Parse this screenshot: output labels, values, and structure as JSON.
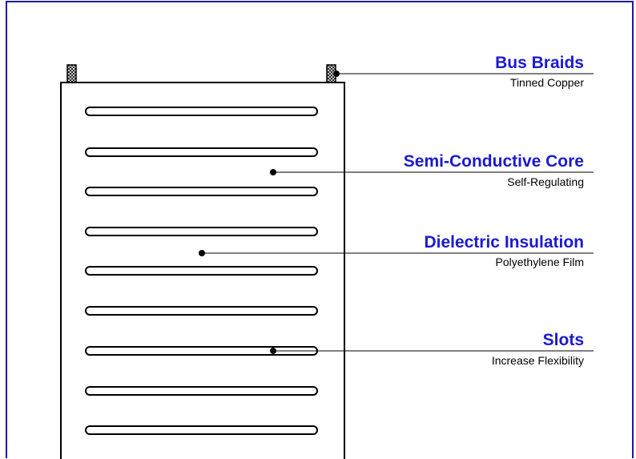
{
  "colors": {
    "frame": "#1a1aa6",
    "title": "#1a1ad0",
    "outline": "#000000"
  },
  "callouts": [
    {
      "title": "Bus Braids",
      "subtitle": "Tinned Copper"
    },
    {
      "title": "Semi-Conductive Core",
      "subtitle": "Self-Regulating"
    },
    {
      "title": "Dielectric Insulation",
      "subtitle": "Polyethylene Film"
    },
    {
      "title": "Slots",
      "subtitle": "Increase Flexibility"
    }
  ]
}
